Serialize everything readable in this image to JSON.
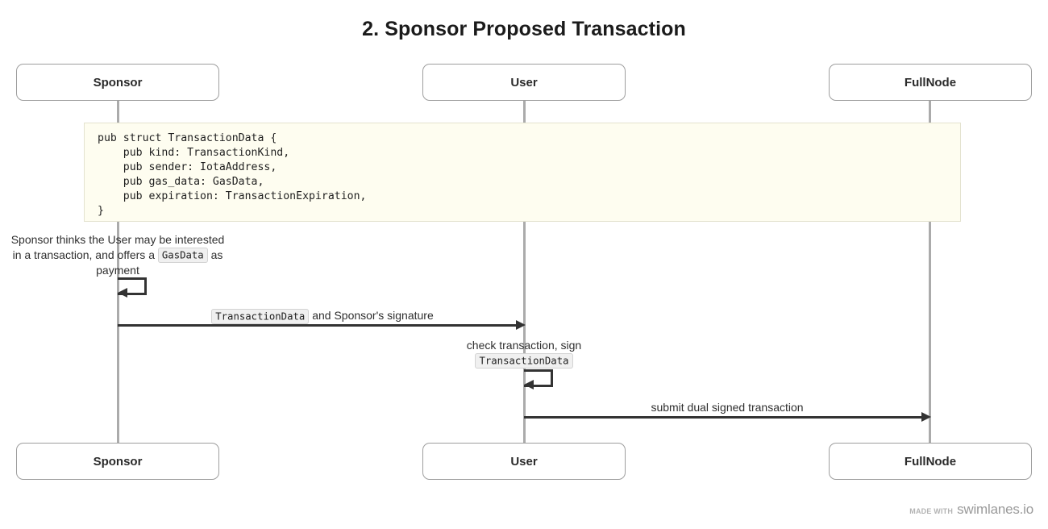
{
  "title": "2. Sponsor Proposed Transaction",
  "participants": [
    {
      "name": "Sponsor",
      "label": "Sponsor"
    },
    {
      "name": "User",
      "label": "User"
    },
    {
      "name": "FullNode",
      "label": "FullNode"
    }
  ],
  "code_note": {
    "language": "rust",
    "text": "pub struct TransactionData {\n    pub kind: TransactionKind,\n    pub sender: IotaAddress,\n    pub gas_data: GasData,\n    pub expiration: TransactionExpiration,\n}",
    "background": "#fefdf0",
    "border": "#e3e2cf"
  },
  "steps": [
    {
      "kind": "self-message",
      "actor": "Sponsor",
      "label_parts": [
        {
          "type": "text",
          "value": "Sponsor thinks the User may be interested in a transaction, and offers a "
        },
        {
          "type": "code",
          "value": "GasData"
        },
        {
          "type": "text",
          "value": " as payment"
        }
      ],
      "label_line1_pre": "Sponsor thinks the User may be interested",
      "label_line2_pre": "in a transaction, and offers a ",
      "label_line2_code": "GasData",
      "label_line2_post": " as",
      "label_line3": "payment"
    },
    {
      "kind": "message",
      "from": "Sponsor",
      "to": "User",
      "label_code": "TransactionData",
      "label_text": " and Sponsor's signature"
    },
    {
      "kind": "self-message",
      "actor": "User",
      "label_line1": "check transaction, sign",
      "label_code": "TransactionData"
    },
    {
      "kind": "message",
      "from": "User",
      "to": "FullNode",
      "label_text": "submit dual signed transaction"
    }
  ],
  "footer": {
    "made_with": "MADE WITH",
    "brand": "swimlanes.io"
  },
  "colors": {
    "lifeline": "#ababab",
    "message": "#333333",
    "box_border": "#9e9e9e",
    "text": "#2f2f2f"
  }
}
